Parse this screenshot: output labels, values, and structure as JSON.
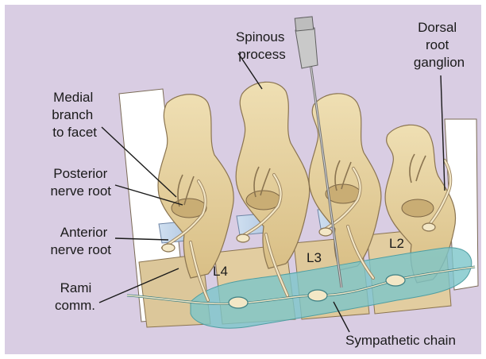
{
  "figure": {
    "labels": {
      "spinous_process": [
        "Spinous",
        "process"
      ],
      "dorsal_root_ganglion": [
        "Dorsal",
        "root",
        "ganglion"
      ],
      "medial_branch": [
        "Medial",
        "branch",
        "to facet"
      ],
      "posterior_nerve_root": [
        "Posterior",
        "nerve root"
      ],
      "anterior_nerve_root": [
        "Anterior",
        "nerve root"
      ],
      "rami_comm": [
        "Rami",
        "comm."
      ],
      "sympathetic_chain": "Sympathetic chain",
      "vertebra_l4": "L4",
      "vertebra_l3": "L3",
      "vertebra_l2": "L2"
    },
    "colors": {
      "background": "#d9cde3",
      "bone": "#e8d5a3",
      "bone_shadow": "#cdb37c",
      "nerve": "#f3e7c6",
      "chain": "#7cc6c9",
      "disc": "#b9cfe6"
    }
  }
}
